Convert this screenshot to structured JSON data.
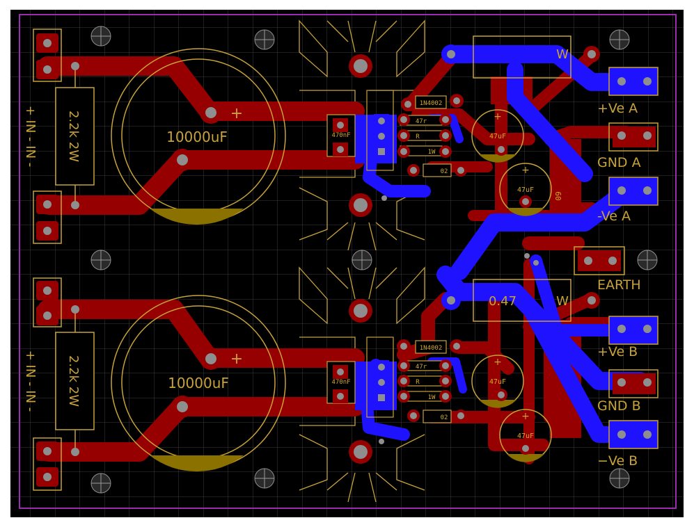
{
  "colors": {
    "board": "#000000",
    "grid": "#3d3d3d",
    "outline": "#9b2bb0",
    "top_copper": "#970000",
    "bottom_copper": "#1e12ff",
    "silkscreen": "#c8a23a",
    "pad_hole": "#8e8e8e"
  },
  "labels": {
    "cap_main_a": "10000uF",
    "cap_main_b": "10000uF",
    "res_a": "2.2k 2W",
    "res_b": "2.2k 2W",
    "in_a": "+ IN - IN -",
    "in_b": "+ IN - IN -",
    "cap_470n_a": "470nF",
    "cap_470n_b": "470nF",
    "diode_a": "1N4002",
    "diode_b": "1N4002",
    "r47_a": "47r",
    "r47_b": "47r",
    "rfrag_a": "R",
    "rfrag_b": "R",
    "r1w_a": "1W",
    "r1w_b": "1W",
    "d02_a": "02",
    "d02_b": "02",
    "e47_a1": "47uF",
    "e47_a2": "47uF",
    "e47_b1": "47uF",
    "e47_b2": "47uF",
    "r047": "0.47",
    "r047_w": "W",
    "top_w": "W",
    "plus_a": "+",
    "plus_b": "+",
    "e_plus_a1": "+",
    "e_plus_a2": "+",
    "e_plus_b1": "+",
    "e_plus_b2": "+",
    "rot_label": "60",
    "out_pos_a": "+Ve A",
    "out_gnd_a": "GND A",
    "out_neg_a": "-Ve A",
    "earth": "EARTH",
    "out_pos_b": "+Ve B",
    "out_gnd_b": "GND B",
    "out_neg_b": "−Ve B"
  }
}
